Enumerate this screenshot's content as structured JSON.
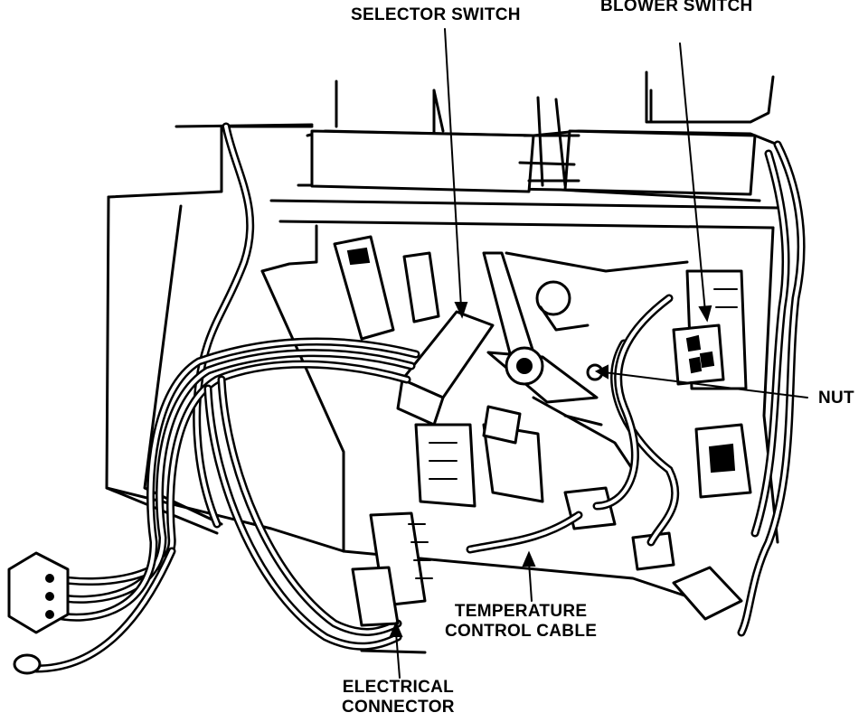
{
  "labels": {
    "selector_switch": "SELECTOR SWITCH",
    "blower_switch": "BLOWER SWITCH",
    "nut": "NUT",
    "temperature_control_cable_line1": "TEMPERATURE",
    "temperature_control_cable_line2": "CONTROL CABLE",
    "electrical_connector_line1": "ELECTRICAL",
    "electrical_connector_line2": "CONNECTOR"
  },
  "colors": {
    "ink": "#000000",
    "paper": "#ffffff"
  }
}
